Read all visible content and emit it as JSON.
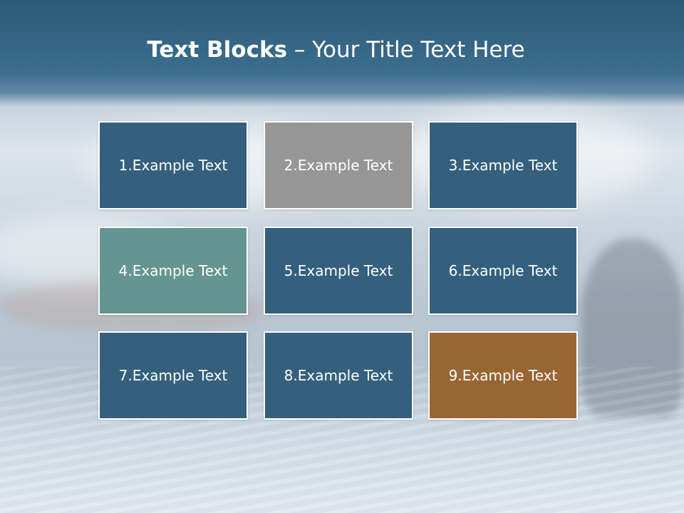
{
  "slide": {
    "title_bold": "Text Blocks",
    "title_rest": " – Your Title Text Here"
  },
  "blocks": [
    {
      "label": "1.Example Text",
      "color": "#34607d"
    },
    {
      "label": "2.Example Text",
      "color": "#969696"
    },
    {
      "label": "3.Example Text",
      "color": "#34607d"
    },
    {
      "label": "4.Example Text",
      "color": "#659590"
    },
    {
      "label": "5.Example Text",
      "color": "#34607d"
    },
    {
      "label": "6.Example Text",
      "color": "#34607d"
    },
    {
      "label": "7.Example Text",
      "color": "#34607d"
    },
    {
      "label": "8.Example Text",
      "color": "#34607d"
    },
    {
      "label": "9.Example Text",
      "color": "#996633"
    }
  ]
}
